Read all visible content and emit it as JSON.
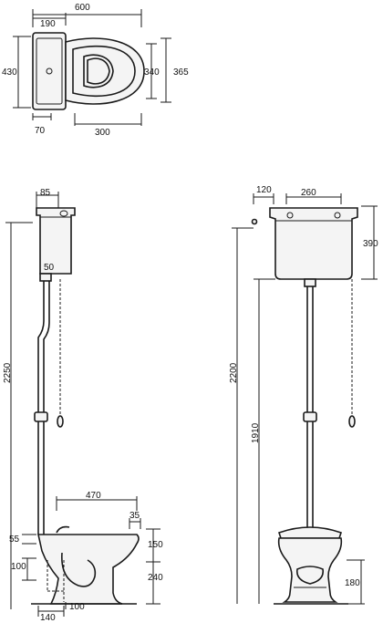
{
  "top_view": {
    "overall_width": "600",
    "tank_width": "190",
    "depth": "430",
    "seat_depth": "340",
    "bowl_depth": "365",
    "tank_depth": "70",
    "bowl_length": "300"
  },
  "side_view": {
    "tank_depth": "85",
    "pipe_offset": "50",
    "total_height": "2250",
    "bowl_projection": "470",
    "rim_detail": "35",
    "outlet_height": "150",
    "outlet_offset": "55",
    "floor_outlet": "100",
    "bowl_height": "240",
    "base_width": "140",
    "base_offset": "100"
  },
  "front_view": {
    "bracket_offset": "120",
    "tank_width": "260",
    "tank_height": "390",
    "mount_height": "2200",
    "pipe_height": "1910",
    "pan_base_height": "180"
  }
}
